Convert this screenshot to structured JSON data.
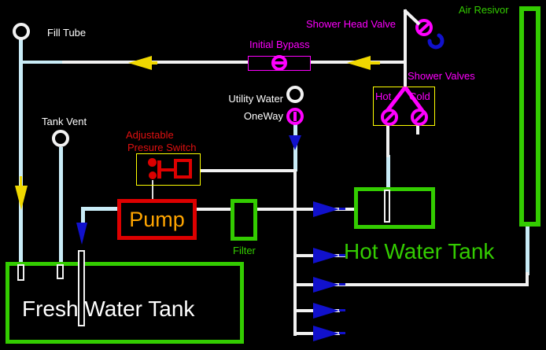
{
  "labels": {
    "fill_tube": "Fill Tube",
    "shower_head_valve": "Shower Head Valve",
    "air_resivor": "Air Resivor",
    "initial_bypass": "Initial Bypass",
    "shower_valves": "Shower Valves",
    "hot": "Hot",
    "cold": "Cold",
    "utility_water": "Utility Water",
    "oneway": "OneWay",
    "tank_vent": "Tank Vent",
    "adjustable": "Adjustable",
    "presure_switch": "Presure Switch",
    "pump": "Pump",
    "filter": "Filter",
    "hot_water_tank": "Hot Water Tank",
    "fresh_water_tank": "Fresh Water Tank"
  },
  "colors": {
    "background": "#000000",
    "pipe_white": "#F2F2F2",
    "pipe_cyan": "#C9ECF7",
    "magenta": "#FF00FF",
    "yellow_box": "#FFFF00",
    "arrow_yellow": "#F0D800",
    "green": "#33CC00",
    "red": "#DD0000",
    "red_text": "#E01010",
    "orange": "#FFA500",
    "blue": "#1111CC",
    "white_text": "#FFFFFF"
  }
}
